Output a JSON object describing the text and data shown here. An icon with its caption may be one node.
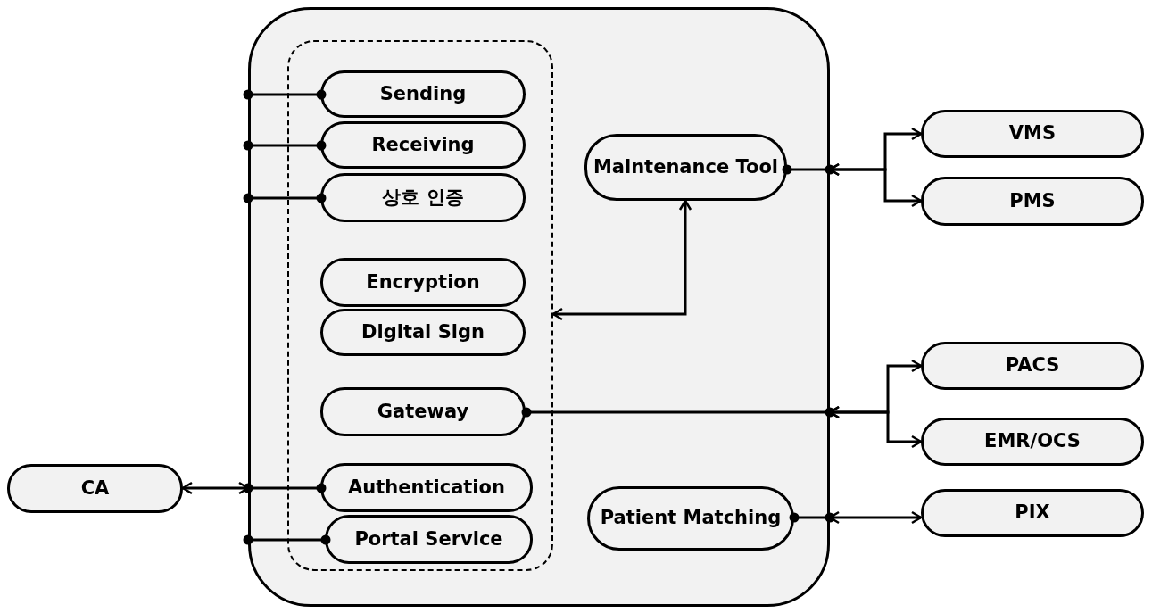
{
  "diagram": {
    "nodes": [
      {
        "text": [],
        "shape": "box"
      },
      {
        "text": [],
        "shape": "box",
        "in": 0
      },
      {
        "text": [
          "Sending"
        ],
        "in": 1
      },
      {
        "text": [
          "Receiving"
        ],
        "in": 1
      },
      {
        "text": [
          "상호 인증"
        ],
        "in": 1
      },
      {
        "text": [
          "Encryption"
        ],
        "in": 1
      },
      {
        "text": [
          "Digital Sign"
        ],
        "in": 1
      },
      {
        "text": [
          "Gateway"
        ],
        "in": 1
      },
      {
        "text": [
          "Authentication"
        ],
        "in": 1
      },
      {
        "text": [
          "Portal Service"
        ],
        "in": 1
      },
      {
        "text": [
          "Maintenance Tool"
        ],
        "in": 0
      },
      {
        "text": [
          "Patient Matching"
        ],
        "in": 0
      },
      {
        "text": [
          "CA"
        ]
      },
      {
        "text": [
          "VMS"
        ]
      },
      {
        "text": [
          "PMS"
        ]
      },
      {
        "text": [
          "PACS"
        ]
      },
      {
        "text": [
          "EMR/OCS"
        ]
      },
      {
        "text": [
          "PIX"
        ]
      }
    ],
    "edges": [
      {
        "from": 2,
        "to": 0,
        "arrow": "other"
      },
      {
        "from": 3,
        "to": 0,
        "arrow": "other"
      },
      {
        "from": 4,
        "to": 0,
        "arrow": "other"
      },
      {
        "from": 8,
        "to": 0,
        "arrow": "other"
      },
      {
        "from": 9,
        "to": 0,
        "arrow": "other"
      },
      {
        "from": 12,
        "to": 0,
        "arrow": "both"
      },
      {
        "from": 10,
        "to": 1,
        "arrow": "both"
      },
      {
        "from": 10,
        "to": 0,
        "arrow": "other"
      },
      {
        "from": 0,
        "to": 13,
        "arrow": "both"
      },
      {
        "from": 0,
        "to": 14,
        "arrow": "both"
      },
      {
        "from": 7,
        "to": 0,
        "arrow": "other"
      },
      {
        "from": 0,
        "to": 15,
        "arrow": "both"
      },
      {
        "from": 0,
        "to": 16,
        "arrow": "both"
      },
      {
        "from": 11,
        "to": 0,
        "arrow": "other"
      },
      {
        "from": 0,
        "to": 17,
        "arrow": "both"
      }
    ]
  }
}
